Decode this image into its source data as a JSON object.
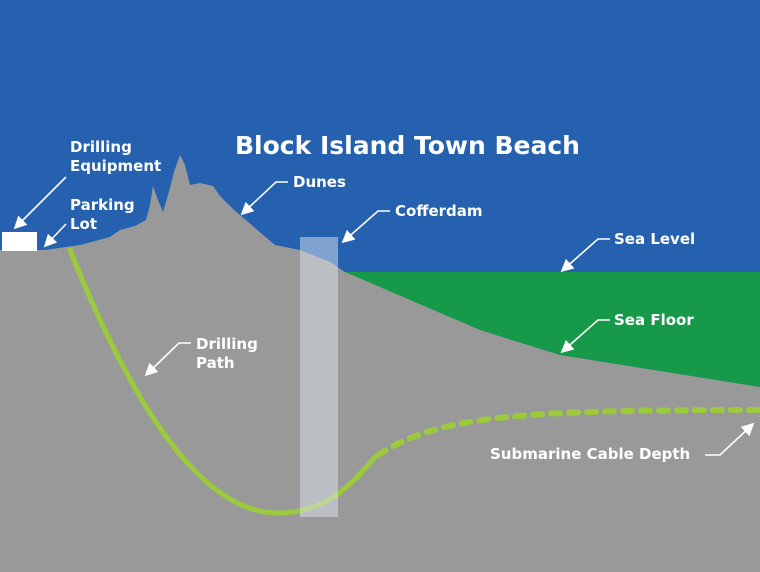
{
  "title": "Block Island Town Beach",
  "labels": {
    "drilling_equipment": "Drilling\nEquipment",
    "parking_lot": "Parking\nLot",
    "dunes": "Dunes",
    "cofferdam": "Cofferdam",
    "sea_level": "Sea Level",
    "sea_floor": "Sea Floor",
    "drilling_path": "Drilling\nPath",
    "submarine_cable_depth": "Submarine Cable Depth"
  },
  "colors": {
    "sky": "#2561ae",
    "ground": "#999999",
    "sea": "#17994a",
    "drill_path": "#9bcb3c",
    "cofferdam": "#dde3ee"
  }
}
